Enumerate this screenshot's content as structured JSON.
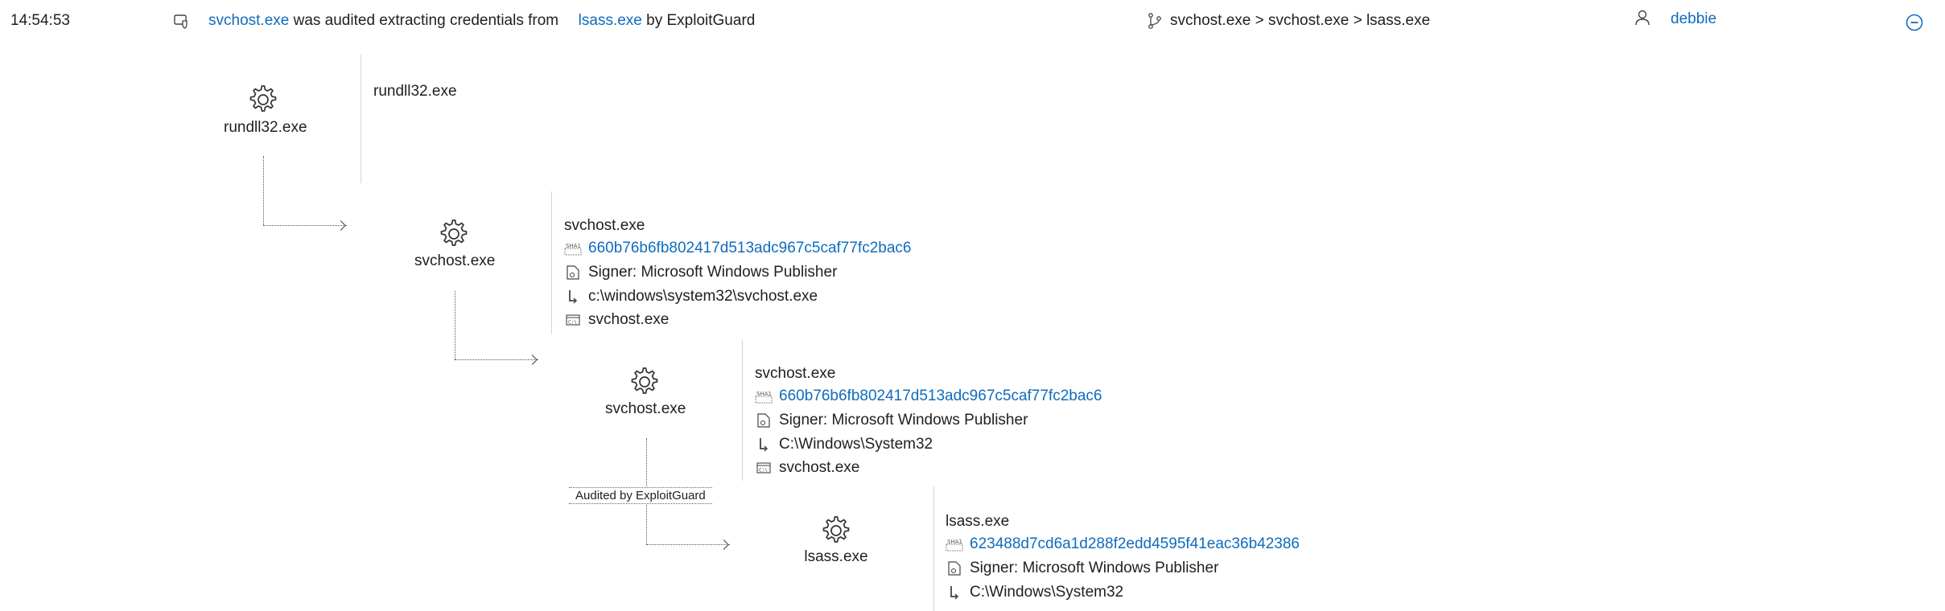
{
  "header": {
    "time": "14:54:53",
    "actor": "svchost.exe",
    "verb": "was audited extracting credentials from",
    "target": "lsass.exe",
    "by": "by ExploitGuard",
    "chain": "svchost.exe > svchost.exe > lsass.exe",
    "user": "debbie",
    "icons": {
      "event": "shield-alert-icon",
      "chain": "branch-icon",
      "user": "person-icon",
      "collapse": "minus-circle-icon"
    }
  },
  "tree": {
    "root": {
      "label": "rundll32.exe",
      "detail_name": "rundll32.exe"
    },
    "node1": {
      "label": "svchost.exe",
      "name": "svchost.exe",
      "sha1": "660b76b6fb802417d513adc967c5caf77fc2bac6",
      "signer": "Signer: Microsoft Windows Publisher",
      "path": "c:\\windows\\system32\\svchost.exe",
      "cmd": "svchost.exe"
    },
    "node2": {
      "label": "svchost.exe",
      "name": "svchost.exe",
      "sha1": "660b76b6fb802417d513adc967c5caf77fc2bac6",
      "signer": "Signer: Microsoft Windows Publisher",
      "path": "C:\\Windows\\System32",
      "cmd": "svchost.exe"
    },
    "edge_label": "Audited by ExploitGuard",
    "node3": {
      "label": "lsass.exe",
      "name": "lsass.exe",
      "sha1": "623488d7cd6a1d288f2edd4595f41eac36b42386",
      "signer": "Signer: Microsoft Windows Publisher",
      "path": "C:\\Windows\\System32"
    },
    "sha_tag": "SHA1",
    "accent": "#0f6cbd"
  }
}
